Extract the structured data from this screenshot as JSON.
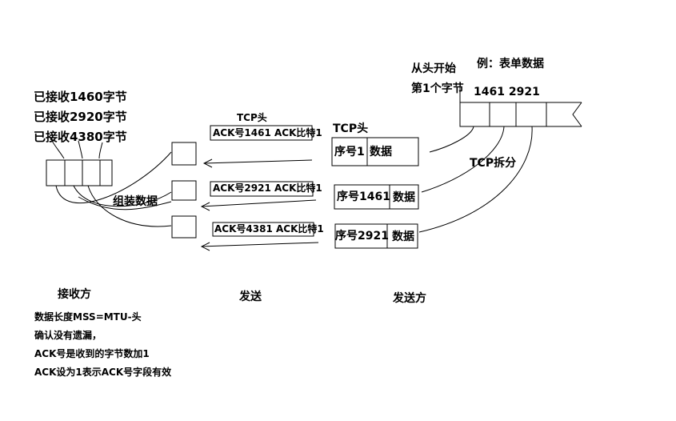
{
  "receiver_status": [
    "已接收1460字节",
    "已接收2920字节",
    "已接收4380字节"
  ],
  "tcp_header_label_top": "TCP头",
  "ack_boxes": [
    "ACK号1461 ACK比特1",
    "ACK号2921 ACK比特1",
    "ACK号4381 ACK比特1"
  ],
  "assemble_label": "组装数据",
  "tcp_header_label_segment": "TCP头",
  "segments": [
    {
      "seq": "序号1",
      "data": "数据"
    },
    {
      "seq": "序号1461",
      "data": "数据"
    },
    {
      "seq": "序号2921",
      "data": "数据"
    }
  ],
  "split_label": "TCP拆分",
  "from_start": "从头开始",
  "first_byte": "第1个字节",
  "example": "例：表单数据",
  "offsets": "1461  2921",
  "role_receiver": "接收方",
  "role_send": "发送",
  "role_sender": "发送方",
  "notes": [
    "数据长度MSS=MTU-头",
    "确认没有遗漏，",
    "ACK号是收到的字节数加1",
    "ACK设为1表示ACK号字段有效"
  ]
}
